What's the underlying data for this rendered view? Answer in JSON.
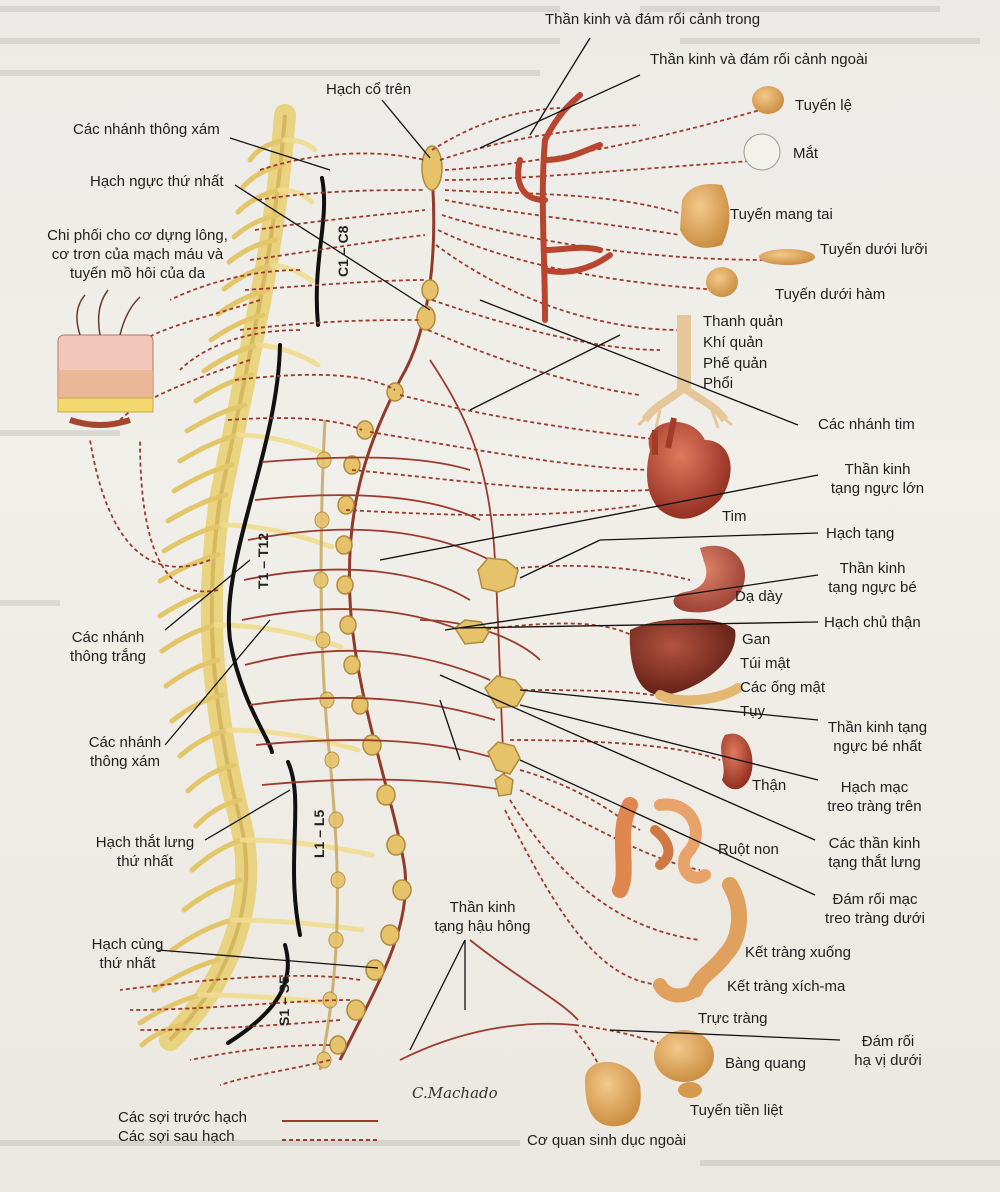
{
  "labels": {
    "than_kinh_canh_trong": "Thần kinh và đám rối cảnh trong",
    "than_kinh_canh_ngoai": "Thần kinh và đám rối cảnh ngoài",
    "hach_co_tren": "Hạch cổ trên",
    "cac_nhanh_thong_xam_top": "Các nhánh thông xám",
    "hach_nguc_thu_nhat": "Hạch ngực thứ nhất",
    "chi_phoi_line1": "Chi phối cho cơ dựng lông,",
    "chi_phoi_line2": "cơ trơn của mạch máu và",
    "chi_phoi_line3": "tuyến mồ hôi của da",
    "tuyen_le": "Tuyến lệ",
    "mat": "Mắt",
    "tuyen_mang_tai": "Tuyến mang tai",
    "tuyen_duoi_luoi": "Tuyến dưới lưỡi",
    "tuyen_duoi_ham": "Tuyến dưới hàm",
    "thanh_quan": "Thanh quản",
    "khi_quan": "Khí quản",
    "phe_quan": "Phế quản",
    "phoi": "Phổi",
    "cac_nhanh_tim": "Các nhánh tim",
    "than_kinh_tang_nguc_lon_1": "Thần kinh",
    "than_kinh_tang_nguc_lon_2": "tạng ngực lớn",
    "tim": "Tim",
    "hach_tang": "Hạch tạng",
    "than_kinh_tang_nguc_be_1": "Thần kinh",
    "than_kinh_tang_nguc_be_2": "tạng ngực bé",
    "da_day": "Dạ dày",
    "hach_chu_than": "Hạch chủ thận",
    "gan": "Gan",
    "tui_mat": "Túi mật",
    "cac_ong_mat": "Các ống mật",
    "tuy": "Tụy",
    "cac_nhanh_thong_trang_1": "Các nhánh",
    "cac_nhanh_thong_trang_2": "thông trắng",
    "cac_nhanh_thong_xam_1": "Các nhánh",
    "cac_nhanh_thong_xam_2": "thông xám",
    "than_kinh_tang_nguc_be_nhat_1": "Thần kinh tạng",
    "than_kinh_tang_nguc_be_nhat_2": "ngực bé nhất",
    "than": "Thận",
    "hach_mac_treo_trang_tren_1": "Hạch mạc",
    "hach_mac_treo_trang_tren_2": "treo tràng trên",
    "hach_that_lung_1": "Hạch thắt lưng",
    "hach_that_lung_2": "thứ nhất",
    "ruot_non": "Ruột non",
    "cac_than_kinh_tang_that_lung_1": "Các thần kinh",
    "cac_than_kinh_tang_that_lung_2": "tạng thắt lưng",
    "dam_roi_mac_treo_trang_duoi_1": "Đám rối mạc",
    "dam_roi_mac_treo_trang_duoi_2": "treo tràng dưới",
    "than_kinh_tang_hau_hong_1": "Thần kinh",
    "than_kinh_tang_hau_hong_2": "tạng hậu hông",
    "ket_trang_xuong": "Kết tràng xuống",
    "hach_cung_1": "Hạch cùng",
    "hach_cung_2": "thứ nhất",
    "ket_trang_xich_ma": "Kết tràng xích-ma",
    "truc_trang": "Trực tràng",
    "dam_roi_ha_vi_duoi_1": "Đám rối",
    "dam_roi_ha_vi_duoi_2": "hạ vị dưới",
    "bang_quang": "Bàng quang",
    "tuyen_tien_liet": "Tuyến tiền liệt",
    "co_quan_sinh_duc_ngoai": "Cơ quan sinh dục ngoài"
  },
  "spine_segments": {
    "c1_c8": "C1 – C8",
    "t1_t12": "T1 – T12",
    "l1_l5": "L1 – L5",
    "s1_s5": "S1 – S5"
  },
  "legend": {
    "preganglionic": "Các sợi trước hạch",
    "postganglionic": "Các sợi sau hạch"
  },
  "signature": "C.Machado",
  "colors": {
    "fiber": "#9b3b2e",
    "nerve_yellow": "#e8d27a",
    "ganglion": "#e6c26a",
    "organ_red": "#b8452f",
    "organ_tan": "#e2b872",
    "bracket": "#111111"
  }
}
